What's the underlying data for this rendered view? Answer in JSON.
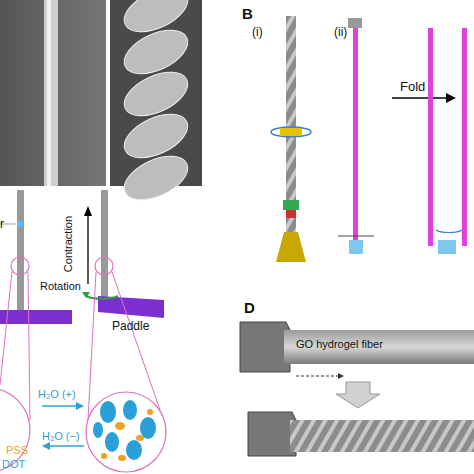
{
  "diagram": {
    "nodes": [
      {
        "text": [
          "GO hydrogel fiber"
        ]
      }
    ],
    "labels": [
      "B",
      "(i)",
      "(ii)",
      "Fold",
      "r",
      "Contraction",
      "Rotation",
      "Paddle",
      "H₂O (+)",
      "H₂O (−)",
      "PSS",
      "DOT",
      "D"
    ]
  }
}
